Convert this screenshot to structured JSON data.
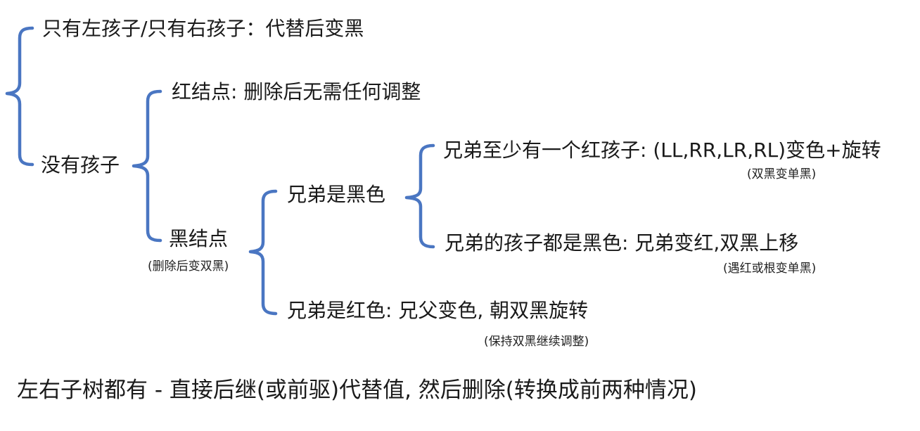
{
  "colors": {
    "bracket": "#4a76c2",
    "text": "#1a1a1a"
  },
  "nodes": {
    "single_child": "只有左孩子/只有右孩子：代替后变黑",
    "no_child": "没有孩子",
    "red_node": "红结点: 删除后无需任何调整",
    "black_node": "黑结点",
    "black_node_note": "(删除后变双黑)",
    "sibling_black": "兄弟是黑色",
    "sibling_red": "兄弟是红色: 兄父变色, 朝双黑旋转",
    "sibling_red_note": "(保持双黑继续调整)",
    "nephew_red": "兄弟至少有一个红孩子: (LL,RR,LR,RL)变色+旋转",
    "nephew_red_note": "(双黑变单黑)",
    "nephews_black": "兄弟的孩子都是黑色: 兄弟变红,双黑上移",
    "nephews_black_note": "(遇红或根变单黑)",
    "two_children": "左右子树都有 - 直接后继(或前驱)代替值, 然后删除(转换成前两种情况)"
  }
}
